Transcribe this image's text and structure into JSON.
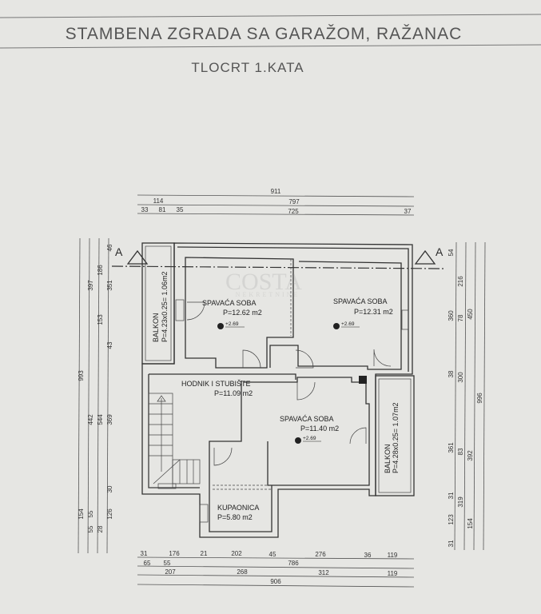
{
  "header": {
    "title": "STAMBENA ZGRADA SA GARAŽOM, RAŽANAC",
    "subtitle": "TLOCRT 1.KATA"
  },
  "watermark": {
    "brand": "COSTA",
    "tagline": "NEKRETNINE"
  },
  "section_marker": {
    "left": "A",
    "right": "A"
  },
  "rooms": {
    "bedroom_1": {
      "name": "SPAVAĆA SOBA",
      "area": "P=12.62 m2",
      "level": "+2.69"
    },
    "bedroom_2": {
      "name": "SPAVAĆA SOBA",
      "area": "P=12.31 m2",
      "level": "+2.69"
    },
    "bedroom_3": {
      "name": "SPAVAĆA SOBA",
      "area": "P=11.40 m2",
      "level": "+2.69"
    },
    "hallway": {
      "name": "HODNIK I STUBIŠTE",
      "area": "P=11.09 m2"
    },
    "bathroom": {
      "name": "KUPAONICA",
      "area": "P=5.80 m2"
    },
    "balcony_left": {
      "name": "BALKON",
      "area": "P=4.23x0.25= 1.06m2"
    },
    "balcony_right": {
      "name": "BALKON",
      "area": "P=4.28x0.25= 1.07m2"
    }
  },
  "dimensions": {
    "top": {
      "row1": [
        "911"
      ],
      "row2": [
        "114",
        "797"
      ],
      "row3": [
        "33",
        "81",
        "35",
        "725",
        "37"
      ]
    },
    "bottom": {
      "row1": [
        "31",
        "176",
        "21",
        "202",
        "45",
        "276",
        "36",
        "119"
      ],
      "row2": [
        "65",
        "55",
        "786"
      ],
      "row3": [
        "207",
        "268",
        "312",
        "119"
      ],
      "row4": [
        "906"
      ]
    },
    "left": [
      "993",
      "397",
      "442",
      "154",
      "186",
      "153",
      "544",
      "55",
      "46",
      "351",
      "43",
      "369",
      "30",
      "126",
      "55",
      "28"
    ],
    "right": [
      "54",
      "216",
      "360",
      "78",
      "450",
      "38",
      "300",
      "996",
      "361",
      "83",
      "392",
      "31",
      "319",
      "123",
      "154",
      "31"
    ]
  }
}
